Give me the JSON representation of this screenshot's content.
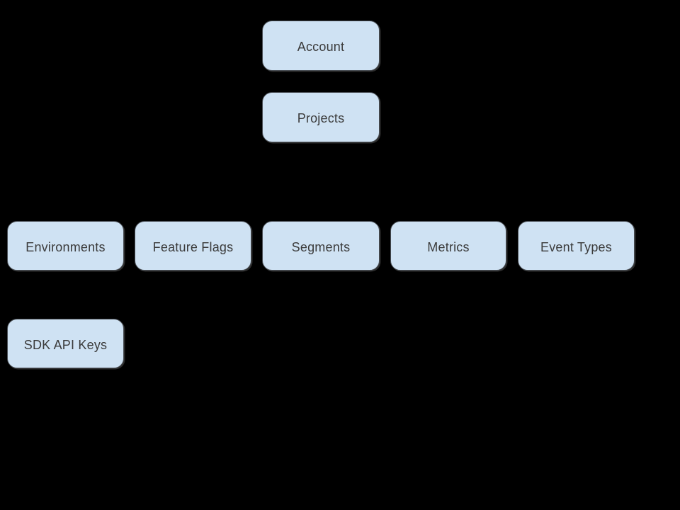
{
  "diagram": {
    "background_color": "#000000",
    "node_fill_color": "#cfe2f3",
    "node_border_color": "#4a4f55",
    "node_text_color": "#3b3b3b",
    "nodes": [
      {
        "id": "account",
        "label": "Account"
      },
      {
        "id": "projects",
        "label": "Projects"
      },
      {
        "id": "environments",
        "label": "Environments"
      },
      {
        "id": "feature-flags",
        "label": "Feature Flags"
      },
      {
        "id": "segments",
        "label": "Segments"
      },
      {
        "id": "metrics",
        "label": "Metrics"
      },
      {
        "id": "event-types",
        "label": "Event Types"
      },
      {
        "id": "sdk-api-keys",
        "label": "SDK API Keys"
      }
    ]
  }
}
